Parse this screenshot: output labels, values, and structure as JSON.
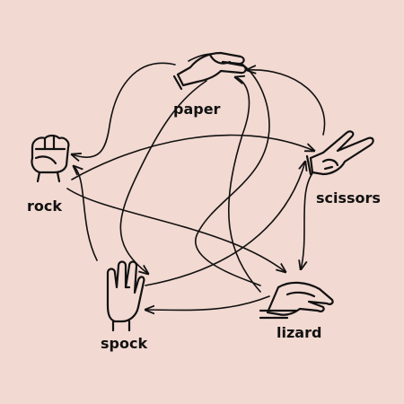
{
  "nodes": [
    {
      "id": "rock",
      "label": "rock",
      "icon": "fist-icon"
    },
    {
      "id": "paper",
      "label": "paper",
      "icon": "flat-hand-icon"
    },
    {
      "id": "scissors",
      "label": "scissors",
      "icon": "scissors-hand-icon"
    },
    {
      "id": "lizard",
      "label": "lizard",
      "icon": "lizard-hand-icon"
    },
    {
      "id": "spock",
      "label": "spock",
      "icon": "vulcan-salute-icon"
    }
  ],
  "edges": [
    {
      "from": "paper",
      "to": "rock"
    },
    {
      "from": "paper",
      "to": "spock"
    },
    {
      "from": "scissors",
      "to": "paper"
    },
    {
      "from": "scissors",
      "to": "lizard"
    },
    {
      "from": "rock",
      "to": "scissors"
    },
    {
      "from": "rock",
      "to": "lizard"
    },
    {
      "from": "lizard",
      "to": "paper"
    },
    {
      "from": "lizard",
      "to": "spock"
    },
    {
      "from": "spock",
      "to": "rock"
    },
    {
      "from": "spock",
      "to": "scissors"
    }
  ],
  "colors": {
    "background": "#f2d9d1",
    "ink": "#111111"
  }
}
